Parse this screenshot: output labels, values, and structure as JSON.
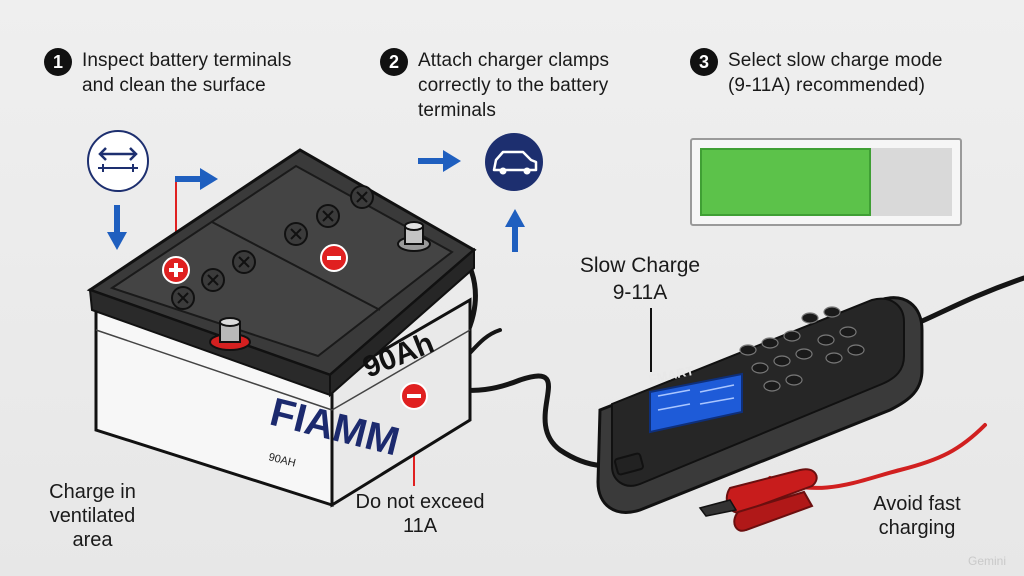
{
  "steps": [
    {
      "number": "1",
      "text": "Inspect battery terminals\nand clean the surface"
    },
    {
      "number": "2",
      "text": "Attach charger clamps\ncorrectly to the battery\nterminals"
    },
    {
      "number": "3",
      "text": "Select slow charge mode\n(9-11A) recommended)"
    }
  ],
  "captions": {
    "ventilated": "Charge in\nventilated\narea",
    "no_exceed": "Do not exceed\n11A",
    "slow_charge": "Slow Charge\n9-11A",
    "avoid_fast": "Avoid fast\ncharging"
  },
  "battery": {
    "brand": "FIAMM",
    "capacity": "90Ah",
    "small_label": "90AH",
    "positive_symbol": "+",
    "negative_symbol": "−"
  },
  "charger": {
    "brand": "FMART"
  },
  "progress": {
    "level": 0.68,
    "fill_color": "#5cc24a"
  },
  "icons": {
    "inspect": "terminal-inspect-icon",
    "car": "car-icon"
  },
  "colors": {
    "arrow_blue": "#1f5fbf",
    "warning_red": "#e02020",
    "car_circle": "#1d2f6f",
    "brand_navy": "#1c2a6e"
  },
  "watermark": "Gemini"
}
